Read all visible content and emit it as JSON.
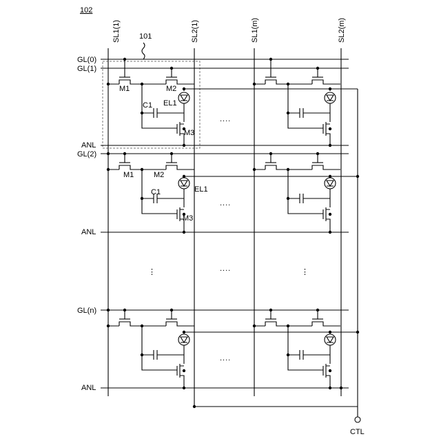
{
  "figure": {
    "number": "102"
  },
  "block_label": "101",
  "column_labels": {
    "sl1_1": "SL1(1)",
    "sl2_1": "SL2(1)",
    "sl1_m": "SL1(m)",
    "sl2_m": "SL2(m)"
  },
  "row_labels": {
    "gl0": "GL(0)",
    "gl1": "GL(1)",
    "gl2": "GL(2)",
    "gln": "GL(n)"
  },
  "anl_label": "ANL",
  "components": {
    "m1": "M1",
    "m2": "M2",
    "m3": "M3",
    "c1": "C1",
    "el1": "EL1"
  },
  "ctl_label": "CTL",
  "continuation": {
    "horizontal": "....",
    "vertical": "⋮"
  }
}
